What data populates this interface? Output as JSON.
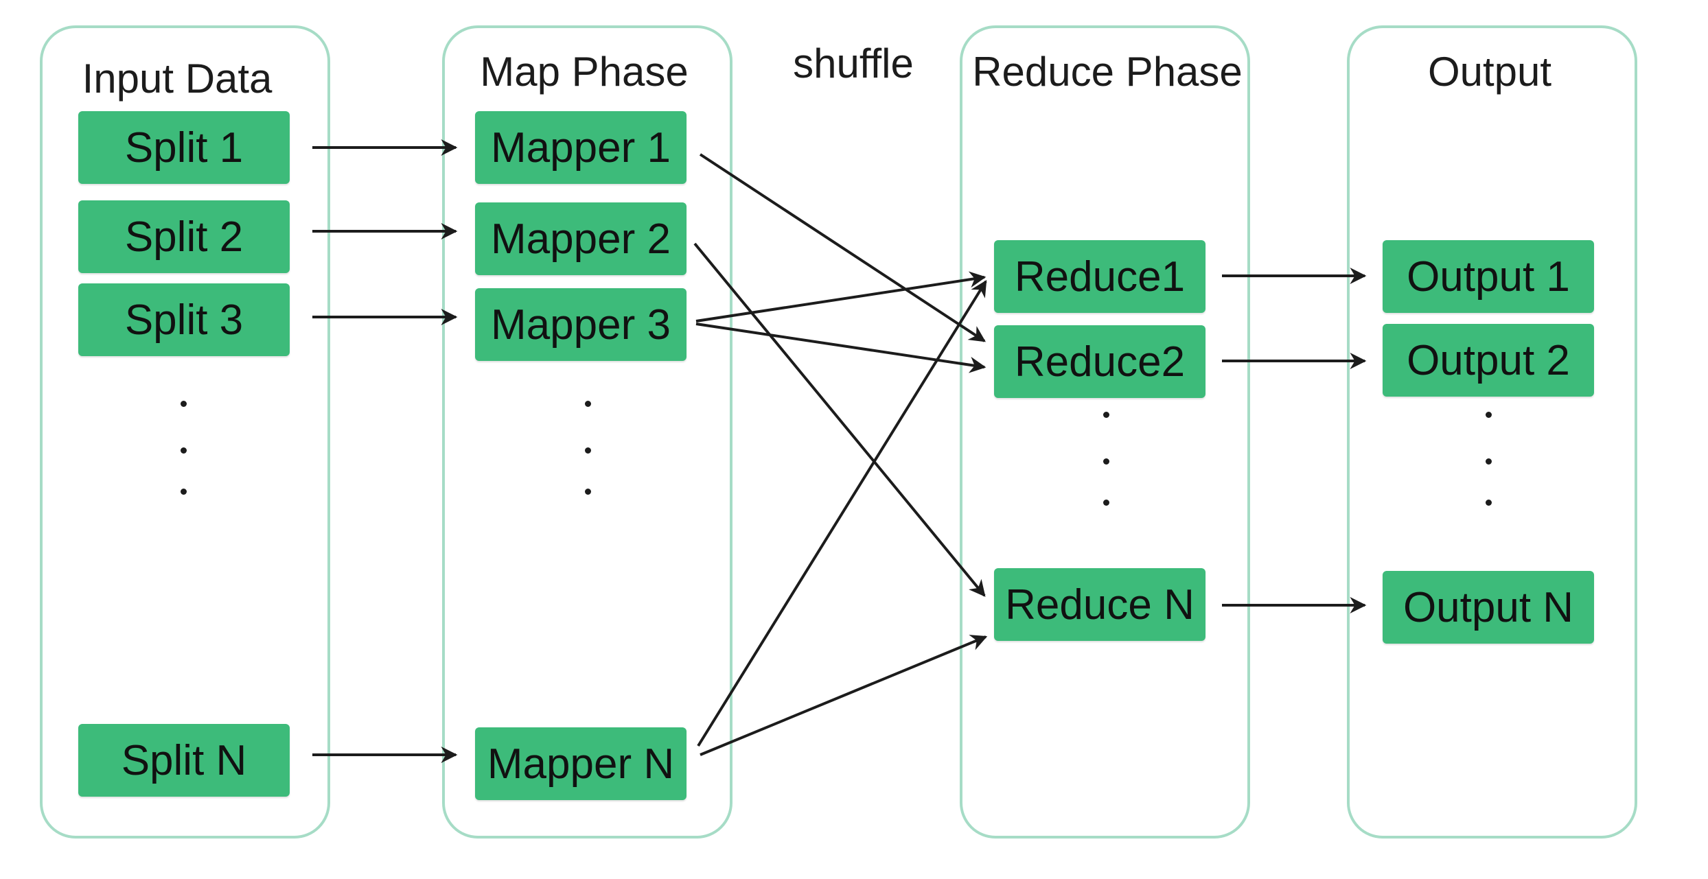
{
  "columns": [
    {
      "id": "input",
      "title": "Input Data",
      "nodes": [
        "Split 1",
        "Split 2",
        "Split 3",
        "Split N"
      ]
    },
    {
      "id": "map",
      "title": "Map Phase",
      "nodes": [
        "Mapper 1",
        "Mapper 2",
        "Mapper 3",
        "Mapper N"
      ]
    },
    {
      "id": "reduce",
      "title": "Reduce Phase",
      "nodes": [
        "Reduce1",
        "Reduce2",
        "Reduce N"
      ]
    },
    {
      "id": "output",
      "title": "Output",
      "nodes": [
        "Output 1",
        "Output 2",
        "Output N"
      ]
    }
  ],
  "shuffle_label": "shuffle",
  "edges": [
    [
      "Split 1",
      "Mapper 1"
    ],
    [
      "Split 2",
      "Mapper 2"
    ],
    [
      "Split 3",
      "Mapper 3"
    ],
    [
      "Split N",
      "Mapper N"
    ],
    [
      "Mapper 1",
      "Reduce2"
    ],
    [
      "Mapper 2",
      "Reduce N"
    ],
    [
      "Mapper 3",
      "Reduce1"
    ],
    [
      "Mapper 3",
      "Reduce2"
    ],
    [
      "Mapper N",
      "Reduce1"
    ],
    [
      "Mapper N",
      "Reduce N"
    ],
    [
      "Reduce1",
      "Output 1"
    ],
    [
      "Reduce2",
      "Output 2"
    ],
    [
      "Reduce N",
      "Output N"
    ]
  ],
  "colors": {
    "node_fill": "#3dbb7a",
    "panel_border": "#a6dcc6",
    "arrow": "#1c1c1c"
  }
}
